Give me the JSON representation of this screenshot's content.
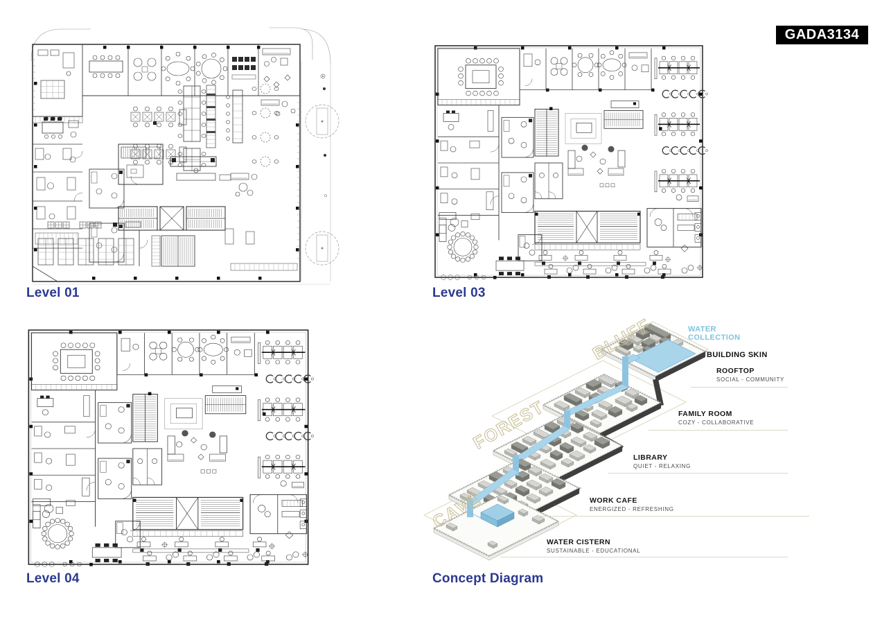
{
  "badge": {
    "code": "GADA3134"
  },
  "panels": {
    "level01": {
      "label": "Level 01"
    },
    "level03": {
      "label": "Level 03"
    },
    "level04": {
      "label": "Level 04"
    },
    "concept": {
      "label": "Concept Diagram"
    }
  },
  "concept": {
    "zones": {
      "top": "BLUFF",
      "middle": "FOREST",
      "bottom": "CAVE"
    },
    "annotations": {
      "water_line1": "WATER",
      "water_line2": "COLLECTION",
      "building_skin": "BUILDING SKIN"
    },
    "floors": [
      {
        "name": "ROOFTOP",
        "traits": "SOCIAL - COMMUNITY"
      },
      {
        "name": "FAMILY ROOM",
        "traits": "COZY - COLLABORATIVE"
      },
      {
        "name": "LIBRARY",
        "traits": "QUIET - RELAXING"
      },
      {
        "name": "WORK CAFE",
        "traits": "ENERGIZED - REFRESHING"
      },
      {
        "name": "WATER CISTERN",
        "traits": "SUSTAINABLE - EDUCATIONAL"
      }
    ],
    "colors": {
      "heading_blue": "#2B3990",
      "water_blue": "#7EC3E3",
      "water_fill": "#A9D5EB",
      "water_fall": "#8FC4E0",
      "zone_tan": "#C9C099",
      "zone_line": "#D8D2B4",
      "leader_tan": "#DDD8C4",
      "skin_dark": "#3E3E3E"
    }
  }
}
